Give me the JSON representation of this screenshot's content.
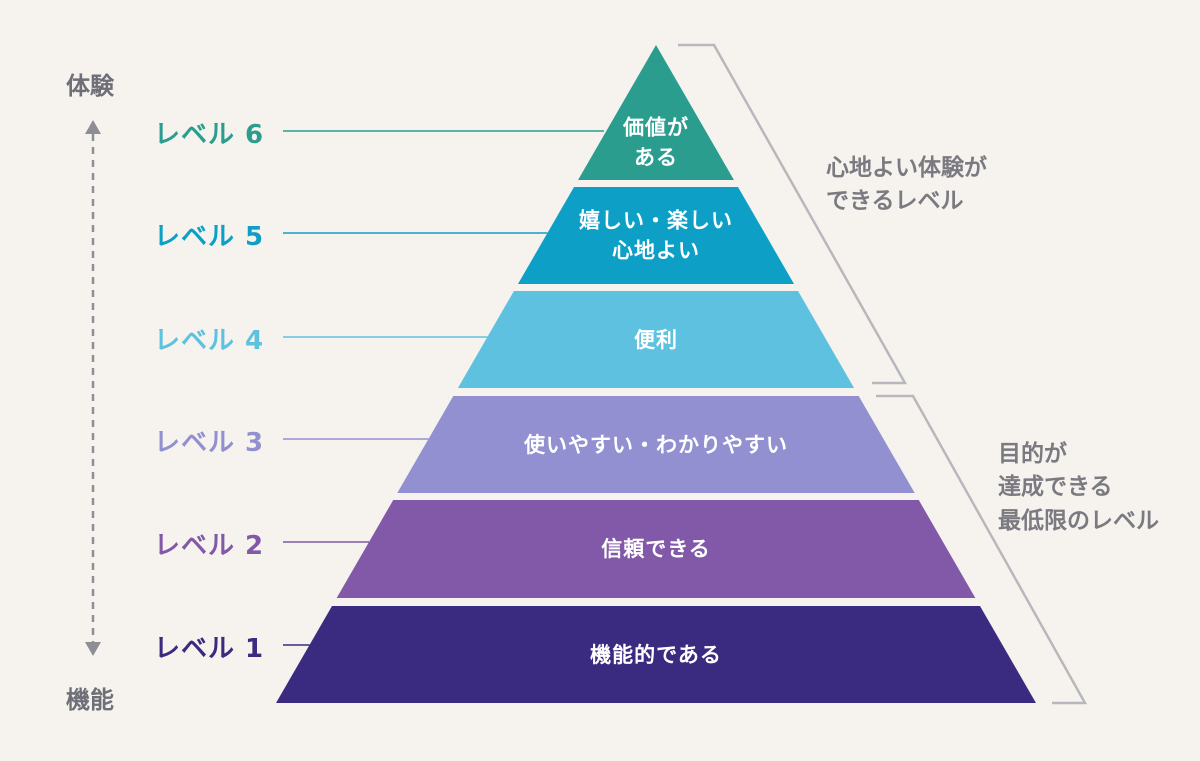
{
  "axis": {
    "top_label": "体験",
    "bottom_label": "機能"
  },
  "colors": {
    "level6": "#2a9d8f",
    "level5": "#0d9fc6",
    "level4": "#5ec1df",
    "level3": "#9290d1",
    "level2": "#8259a8",
    "level1": "#3a2b80",
    "bracket": "#b8b8bc",
    "arrow": "#8e8e95"
  },
  "levels": [
    {
      "id": "6",
      "label": "レベル 6",
      "text_lines": [
        "価値が",
        "ある"
      ]
    },
    {
      "id": "5",
      "label": "レベル 5",
      "text_lines": [
        "嬉しい・楽しい",
        "心地よい"
      ]
    },
    {
      "id": "4",
      "label": "レベル 4",
      "text_lines": [
        "便利"
      ]
    },
    {
      "id": "3",
      "label": "レベル 3",
      "text_lines": [
        "使いやすい・わかりやすい"
      ]
    },
    {
      "id": "2",
      "label": "レベル 2",
      "text_lines": [
        "信頼できる"
      ]
    },
    {
      "id": "1",
      "label": "レベル 1",
      "text_lines": [
        "機能的である"
      ]
    }
  ],
  "groups": {
    "upper": {
      "lines": [
        "心地よい体験が",
        "できるレベル"
      ]
    },
    "lower": {
      "lines": [
        "目的が",
        "達成できる",
        "最低限のレベル"
      ]
    }
  }
}
